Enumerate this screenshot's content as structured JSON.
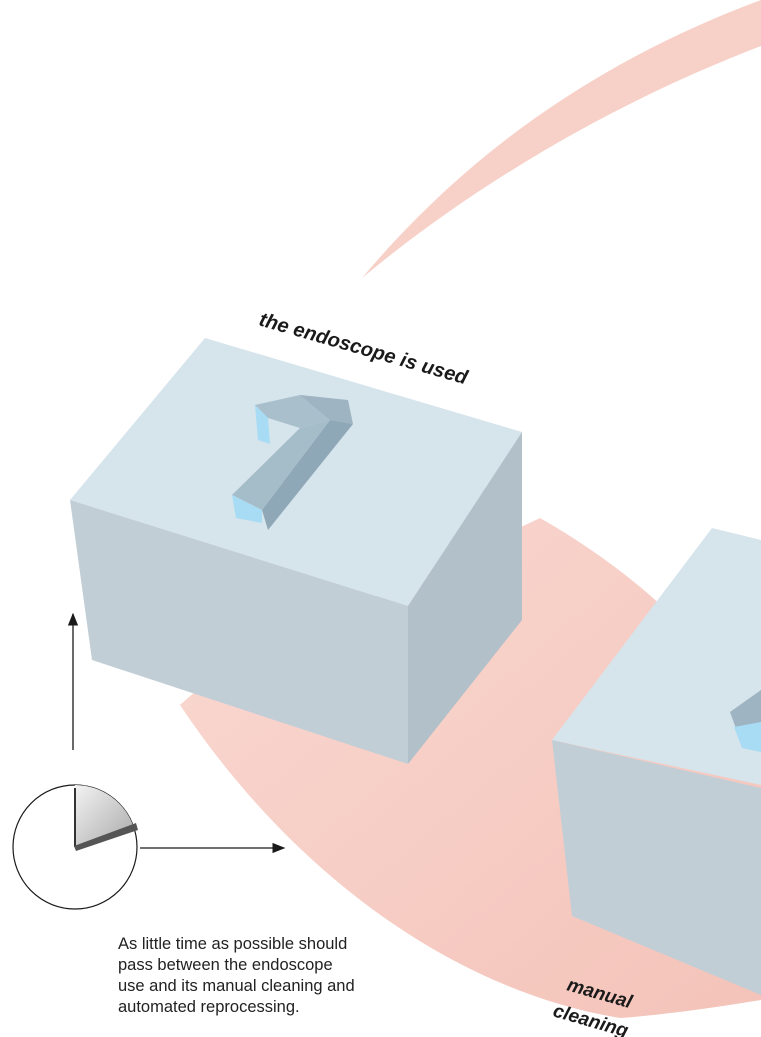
{
  "labels": {
    "step1": "the endoscope is used",
    "step2_line1": "manual",
    "step2_line2": "cleaning"
  },
  "boxes": {
    "box1_number": "1"
  },
  "note": "As little time as possible should pass between the endoscope use and its manual cleaning and automated reprocessing.",
  "icons": {
    "clock": "clock-icon",
    "arrow_up": "arrow-up-icon",
    "arrow_right": "arrow-right-icon"
  },
  "colors": {
    "arc": "#f6c9c0",
    "box_top": "#d6e4ec",
    "box_front": "#c2ced6",
    "box_side": "#b2c0ca",
    "numeral": "#9fb6c4",
    "numeral_face": "#a8dcf4"
  }
}
